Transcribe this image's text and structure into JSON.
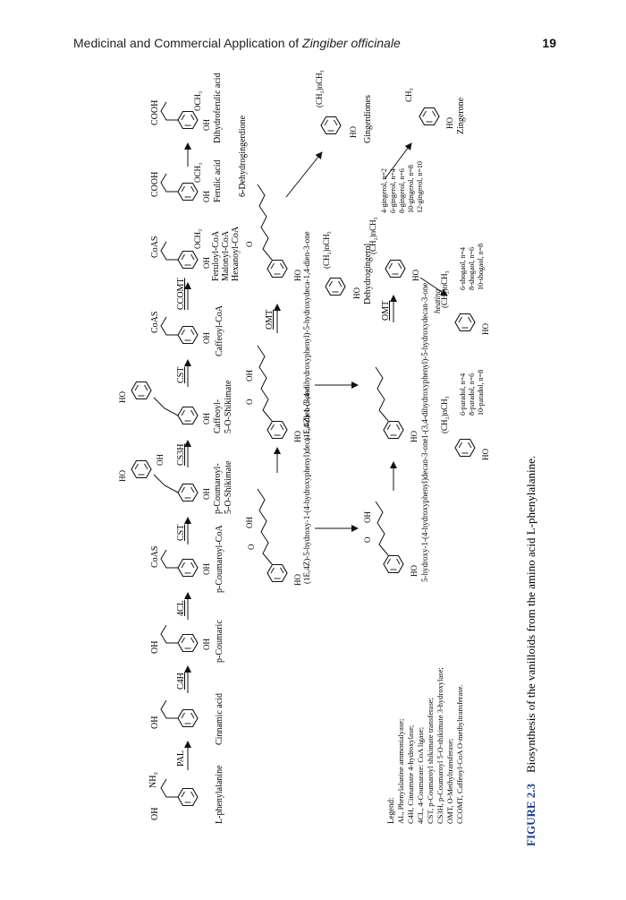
{
  "header": {
    "title_prefix": "Medicinal and Commercial Application of ",
    "title_italic": "Zingiber officinale",
    "page_number": "19"
  },
  "figure": {
    "label": "FIGURE 2.3",
    "caption": "Biosynthesis of the vanilloids from the amino acid L-phenylalanine.",
    "compounds": {
      "l_phenylalanine": "L-phenylalanine",
      "cinnamic_acid": "Cinnamic acid",
      "p_coumaric": "p-Coumaric",
      "p_coumaroyl_coa": "p-Coumaroyl-CoA",
      "p_coumaroyl_shikimate_1": "p-Coumaroyl-",
      "p_coumaroyl_shikimate_2": "5-O-Shikimate",
      "caffeoyl_shikimate_1": "Caffeoyl-",
      "caffeoyl_shikimate_2": "5-O-Shikimate",
      "caffeoyl_coa": "Caffeoyl-CoA",
      "feruloyl_coa": "Feruloyl-CoA",
      "malonyl_coa": "Malonyl-CoA",
      "hexanoyl_coa": "Hexanoyl-CoA",
      "ferulic_acid": "Ferulic acid",
      "dihydroferulic_acid": "Dihydroferulic acid",
      "dehydrogingerdione": "6-Dehydrogingerdione",
      "gingerdiones": "Gingerdiones",
      "dehydrogingerol": "Dehydrogingerol",
      "zingerone": "Zingerone",
      "hydroxyphenyl_decadienone": "(1E,4Z)-5-hydroxy-1-(4-hydroxyphenyl)deca-1,4-dien-3-one",
      "dihydroxyphenyl_decadienone": "(1E,4Z)-1-(3,4-dihydroxyphenyl)-5-hydroxydeca-1,4-dien-3-one",
      "hydroxyphenyl_decanone": "5-hydroxy-1-(4-hydroxyphenyl)decan-3-one",
      "dihydroxyphenyl_decanone": "1-(3,4-dihydroxyphenyl)-5-hydroxydecan-3-one",
      "shogaols": [
        "6-shogaol, n=4",
        "8-shogaol, n=6",
        "10-shogaol, n=8"
      ],
      "gingerols": [
        "4-gingerol, n=2",
        "6-gingerol, n=4",
        "8-gingerol, n=6",
        "10-gingerol, n=8",
        "12-gingerol, n=10"
      ],
      "paradols": [
        "6-paradol, n=4",
        "8-paradol, n=6",
        "10-paradol, n=8"
      ]
    },
    "atoms": {
      "oh": "OH",
      "ho": "HO",
      "nh2": "NH₂",
      "coas": "CoAS",
      "cooh": "COOH",
      "och3": "OCH₃",
      "chain": "(CH₂)nCH₃",
      "ch3": "CH₃",
      "o": "O"
    },
    "enzymes": {
      "pal": "PAL",
      "c4h": "C4H",
      "4cl": "4CL",
      "cst": "CST",
      "cs3h": "CS3H",
      "cst2": "CST",
      "ccomt": "CCOMT",
      "omt": "OMT",
      "omt2": "OMT",
      "heating": "heating"
    },
    "legend_title": "Legend:",
    "legend": [
      "AL, Phenylalanine ammonialyase;",
      "C4H, Cinnamate 4-hydroxylase;",
      "4CL, 4-Coumarate: CoA ligase;",
      "CST, p-Coumaroyl shikimate transferase;",
      "CS3H, p-Coumaroyl 5-O-shikimate 3-hydroxylase;",
      "OMT, O-Methyltransferase;",
      "CCOMT, Caffeoyl-CoA O-methyltransferase."
    ]
  }
}
